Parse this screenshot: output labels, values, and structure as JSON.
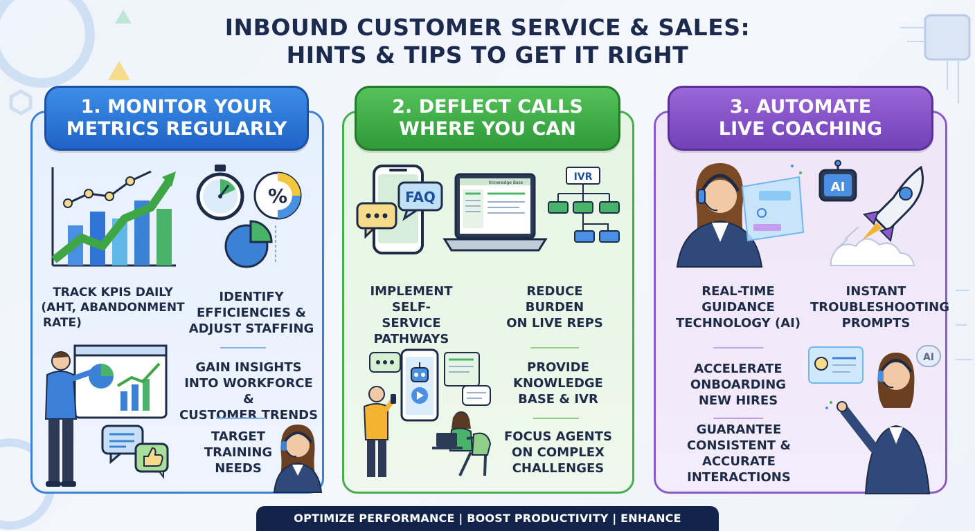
{
  "title": {
    "line1": "INBOUND CUSTOMER SERVICE & SALES:",
    "line2": "HINTS & TIPS TO GET IT RIGHT"
  },
  "sections": [
    {
      "heading_line1": "1. MONITOR YOUR",
      "heading_line2": "METRICS REGULARLY",
      "items": [
        {
          "l1": "TRACK KPIS DAILY",
          "l2": "(AHT, ABANDONMENT",
          "l3": "RATE)"
        },
        {
          "l1": "IDENTIFY",
          "l2": "EFFICIENCIES &",
          "l3": "ADJUST STAFFING"
        },
        {
          "l1": "GAIN INSIGHTS",
          "l2": "INTO WORKFORCE &",
          "l3": "CUSTOMER TRENDS"
        },
        {
          "l1": "TARGET",
          "l2": "TRAINING",
          "l3": "NEEDS"
        }
      ],
      "icon_text": {
        "percent": "%"
      }
    },
    {
      "heading_line1": "2. DEFLECT CALLS",
      "heading_line2": "WHERE YOU CAN",
      "items": [
        {
          "l1": "IMPLEMENT",
          "l2": "SELF-SERVICE",
          "l3": "PATHWAYS"
        },
        {
          "l1": "REDUCE",
          "l2": "BURDEN",
          "l3": "ON LIVE REPS"
        },
        {
          "l1": "PROVIDE",
          "l2": "KNOWLEDGE",
          "l3": "BASE & IVR"
        },
        {
          "l1": "FOCUS AGENTS",
          "l2": "ON COMPLEX",
          "l3": "CHALLENGES"
        }
      ],
      "icon_text": {
        "faq": "FAQ",
        "ivr": "IVR",
        "kb": "Knowledge Base"
      }
    },
    {
      "heading_line1": "3. AUTOMATE",
      "heading_line2": "LIVE COACHING",
      "items": [
        {
          "l1": "REAL-TIME",
          "l2": "GUIDANCE",
          "l3": "TECHNOLOGY (AI)"
        },
        {
          "l1": "INSTANT",
          "l2": "TROUBLESHOOTING",
          "l3": "PROMPTS"
        },
        {
          "l1": "ACCELERATE",
          "l2": "ONBOARDING",
          "l3": "NEW HIRES"
        },
        {
          "l1": "GUARANTEE",
          "l2": "CONSISTENT &",
          "l3": "ACCURATE",
          "l4": "INTERACTIONS"
        }
      ],
      "icon_text": {
        "ai1": "AI",
        "ai2": "AI"
      }
    }
  ],
  "footer": "OPTIMIZE PERFORMANCE | BOOST PRODUCTIVITY | ENHANCE SATISFACTION",
  "colors": {
    "blue": "#2f74d6",
    "green": "#3fa646",
    "purple": "#7e4fc2",
    "navy": "#13244a"
  },
  "icons": [
    "line-chart-icon",
    "stopwatch-icon",
    "percent-icon",
    "pie-chart-icon",
    "presenter-icon",
    "chat-bubble-icon",
    "thumbs-up-icon",
    "headset-agent-icon",
    "smartphone-icon",
    "faq-bubble-icon",
    "laptop-icon",
    "ivr-flowchart-icon",
    "chatbot-phone-icon",
    "ai-robot-icon",
    "rocket-icon",
    "hologram-screen-icon"
  ]
}
